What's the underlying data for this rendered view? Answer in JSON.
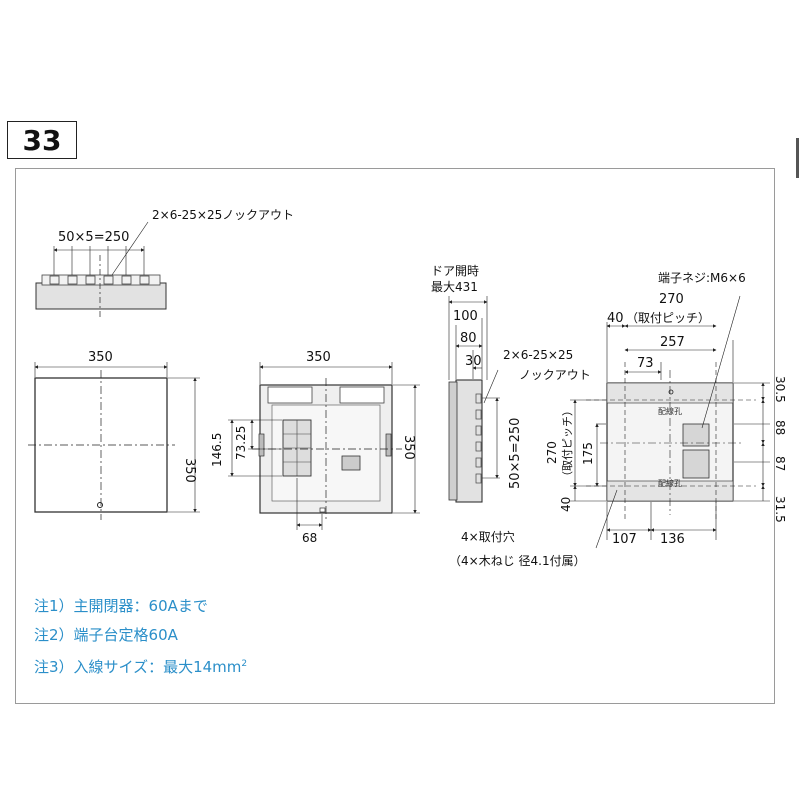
{
  "badge_number": "33",
  "top_view": {
    "knockout_label": "2×6-25×25ノックアウト",
    "pitch_label": "50×5=250"
  },
  "front_view": {
    "width_label": "350",
    "height_label": "350"
  },
  "inner_view": {
    "width_label": "350",
    "height_label": "350",
    "dim_146_5": "146.5",
    "dim_73_25": "73.25",
    "dim_68": "68"
  },
  "side_view": {
    "door_open_line1": "ドア開時",
    "door_open_line2": "最大431",
    "dim_100": "100",
    "dim_80": "80",
    "dim_30": "30",
    "knockout_line1": "2×6-25×25",
    "knockout_line2": "ノックアウト",
    "pitch_label": "50×5=250"
  },
  "rear_view": {
    "terminal_screw": "端子ネジ:M6×6",
    "dim_270_top": "270",
    "mount_pitch_top": "（取付ピッチ）",
    "dim_40_top": "40",
    "dim_257": "257",
    "dim_73": "73",
    "dim_30_5": "30.5",
    "dim_88": "88",
    "dim_87": "87",
    "dim_31_5": "31.5",
    "dim_175": "175",
    "dim_270_left": "270",
    "mount_pitch_left": "（取付ピッチ）",
    "dim_40_left": "40",
    "dim_107": "107",
    "dim_136": "136",
    "wiring_hole_top": "配線孔",
    "wiring_hole_bottom": "配線孔",
    "mount_holes_line1": "4×取付穴",
    "mount_holes_line2": "（4×木ねじ 径4.1付属）"
  },
  "notes": [
    "注1）主開閉器：60Aまで",
    "注2）端子台定格60A",
    "注3）入線サイズ：最大14mm"
  ],
  "notes_superscript": "2"
}
